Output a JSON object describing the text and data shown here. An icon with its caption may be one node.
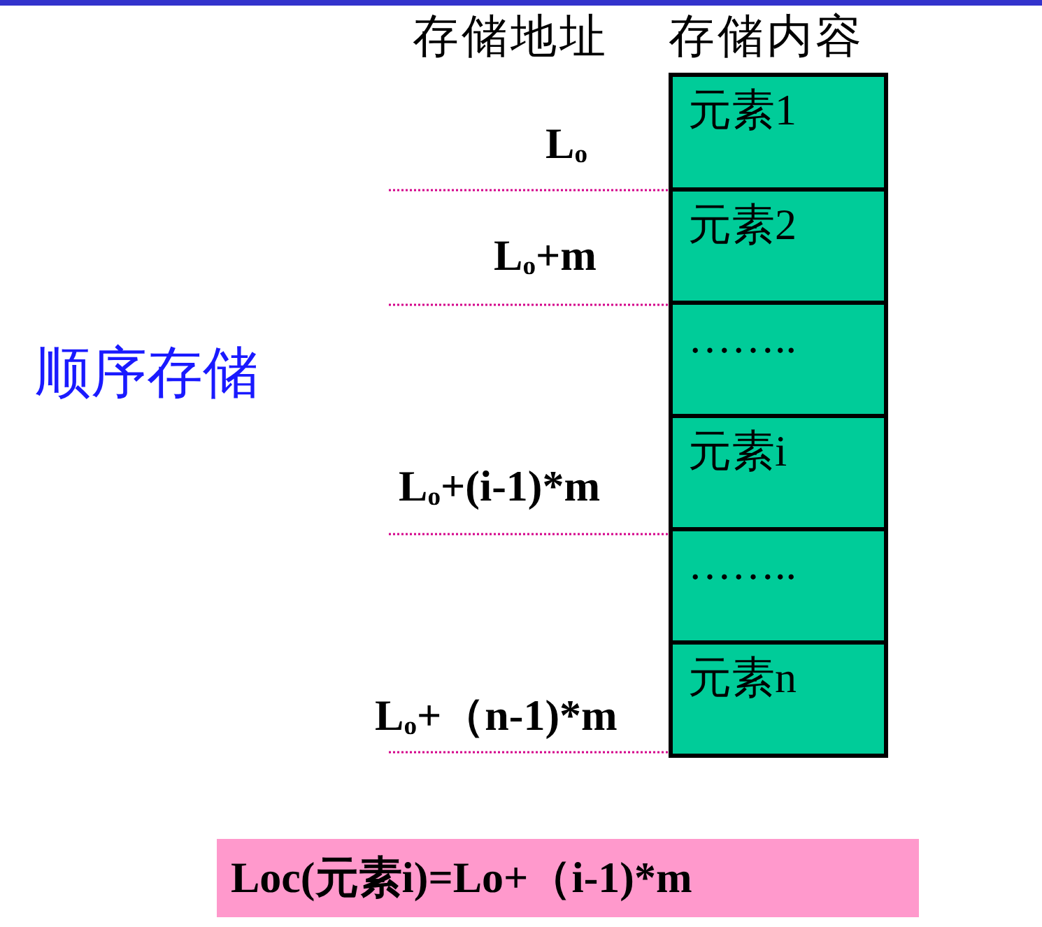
{
  "diagram": {
    "nodes": [
      {
        "text": [
          "元素1"
        ],
        "beside": [
          "L$_{o}$"
        ]
      },
      {
        "text": [
          "元素2"
        ],
        "beside": [
          "L$_{o}$+m"
        ]
      },
      {
        "text": [
          "…….."
        ]
      },
      {
        "text": [
          "元素i"
        ],
        "beside": [
          "L$_{o}$+(i-1)*m"
        ]
      },
      {
        "text": [
          "…….."
        ]
      },
      {
        "text": [
          "元素n"
        ],
        "beside": [
          "L$_{o}$+（n-1)*m"
        ]
      },
      {
        "text": [
          "Loc(元素i)=Lo+（i-1)*m"
        ]
      }
    ],
    "labels": [
      "存储地址",
      "存储内容",
      "顺序存储"
    ]
  }
}
